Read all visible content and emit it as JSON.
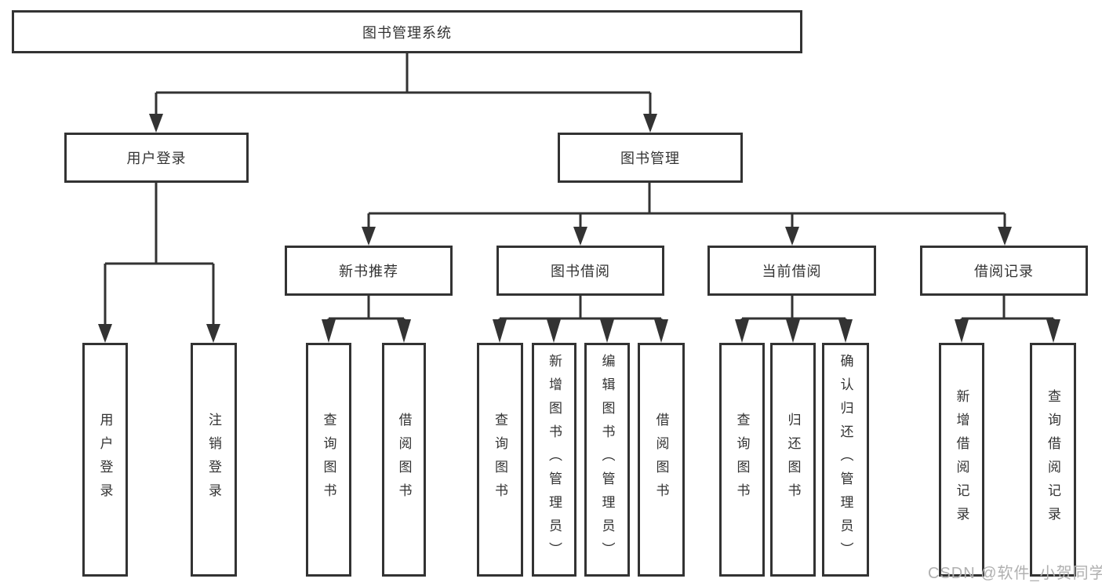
{
  "diagram": {
    "root": "图书管理系统",
    "level2": [
      "用户登录",
      "图书管理"
    ],
    "level3": [
      "新书推荐",
      "图书借阅",
      "当前借阅",
      "借阅记录"
    ],
    "leaves": [
      "用户登录",
      "注销登录",
      "查询图书",
      "借阅图书",
      "查询图书",
      "新增图书（管理员）",
      "编辑图书（管理员）",
      "借阅图书",
      "查询图书",
      "归还图书",
      "确认归还（管理员）",
      "新增借阅记录",
      "查询借阅记录"
    ],
    "hierarchy": {
      "图书管理系统": [
        "用户登录",
        "图书管理"
      ],
      "用户登录": [
        "用户登录",
        "注销登录"
      ],
      "图书管理": [
        "新书推荐",
        "图书借阅",
        "当前借阅",
        "借阅记录"
      ],
      "新书推荐": [
        "查询图书",
        "借阅图书"
      ],
      "图书借阅": [
        "查询图书",
        "新增图书（管理员）",
        "编辑图书（管理员）",
        "借阅图书"
      ],
      "当前借阅": [
        "查询图书",
        "归还图书",
        "确认归还（管理员）"
      ],
      "借阅记录": [
        "新增借阅记录",
        "查询借阅记录"
      ]
    },
    "colors": {
      "line": "#333333",
      "text": "#333333",
      "box_fill": "#ffffff",
      "background": "#ffffff",
      "watermark": "#b0b0b0"
    }
  },
  "watermark": {
    "text": "CSDN @软件_小贺同学"
  }
}
